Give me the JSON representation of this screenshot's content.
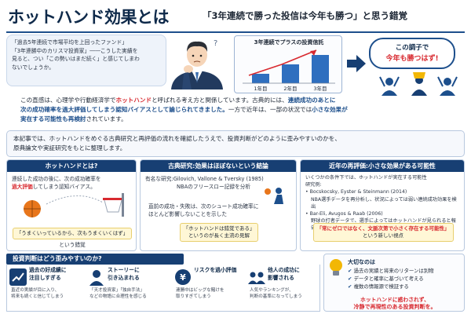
{
  "header": {
    "title": "ホットハンド効果とは",
    "subtitle": "「3年連続で勝った投信は今年も勝つ」と思う錯覚"
  },
  "quote": {
    "lines": [
      "「過去5年連続で市場平均を上回ったファンド」",
      "「3年連勝中のカリスマ投資家」――こうした実績を",
      "見ると、つい「この勢いはまだ続く」と感じてしまわ",
      "ないでしょうか。"
    ]
  },
  "mini_chart": {
    "title": "3年連続でプラスの投資信託",
    "categories": [
      "1年目",
      "2年目",
      "3年目"
    ],
    "values": [
      1,
      2,
      3
    ]
  },
  "bubble": {
    "line1": "この調子で",
    "line2": "今年も勝つはず!"
  },
  "intro": {
    "p1_a": "この直感は、心理学や行動経済学で",
    "p1_hot": "ホットハンド",
    "p1_b": "と呼ばれる考え方と関係しています。古典的には、",
    "p1_c": "連続成功のあとに",
    "p2_a": "次の成功確率を過大評価してしまう認知バイアスとして論じられてきました。",
    "p2_b": "一方で近年は、一部の状況では",
    "p2_c": "小さな効果が",
    "p3_a": "実在する可能性も再検討",
    "p3_b": "されています。"
  },
  "purpose": {
    "line1": "本記事では、ホットハンドをめぐる古典研究と再評価の流れを確認したうえで、投資判断がどのように歪みやすいのかを、",
    "line2": "原典論文や実証研究をもとに整理します。"
  },
  "card1": {
    "title": "ホットハンドとは?",
    "line1": "連続した成功の後に、次の成功確率を",
    "line2_red": "過大評価",
    "line2_rest": "してしまう認知バイアス。",
    "bubble": "「うまくいっているから、次もうまくいくはず」",
    "caption": "という錯覚"
  },
  "card2": {
    "title": "古典研究:効果はほぼないという結論",
    "line1": "有名な研究:Gilovich, Vallone & Tversky (1985)",
    "line2": "NBAのフリースロー記録を分析",
    "line3": "直前の成功・失敗は、次のシュート成功確率に",
    "line4": "ほとんど影響しないことを示した",
    "hl1": "「ホットハンドは錯覚である」",
    "hl2": "というのが長く主流の見解"
  },
  "card3": {
    "title": "近年の再評価:小さな効果がある可能性",
    "line1": "いくつかの条件下では、ホットハンドが実在する可能性",
    "line2": "研究例:",
    "b1": "• Bocskocsky, Eyster & Steinmann (2014)",
    "b1d": "NBA選手データを再分析し、状況によっては弱い連続成功効果を検出",
    "b2": "• Bar-Eli, Avugos & Raab (2006)",
    "b2d": "野球の打者データで、選手によってはホットハンドが見られると報告",
    "hl1": "「常にゼロではなく、文脈次第で小さく存在する可能性」",
    "hl2": "という新しい視点"
  },
  "section4": {
    "title": "投資判断はどう歪みやすいのか?",
    "items": [
      {
        "t1": "過去の好成績に",
        "t2": "注目しすぎる",
        "d1": "直近の実績が目に入り、",
        "d2": "将来も続くと信じてしまう"
      },
      {
        "t1": "ストーリーに",
        "t2": "引き込まれる",
        "d1": "「天才投資家」「独自手法」",
        "d2": "などの物語に合理性を感じる"
      },
      {
        "t1": "リスクを過小評価",
        "t2": "",
        "d1": "連勝中はビッグな賭けを",
        "d2": "取りすぎてしまう"
      },
      {
        "t1": "他人の成功に",
        "t2": "影響される",
        "d1": "人気やランキングが、",
        "d2": "判断の基準になってしまう"
      }
    ]
  },
  "takeaway": {
    "title": "大切なのは",
    "points": [
      "過去の実績と将来のリターンは別物",
      "データと確率に基づいて考える",
      "複数の情報源で検証する"
    ],
    "end1": "ホットハンドに惑わされず、",
    "end2": "冷静で再現性のある投資判断を。"
  },
  "colors": {
    "navy": "#173f73",
    "red": "#d8292f",
    "blue": "#1d4f8c"
  }
}
